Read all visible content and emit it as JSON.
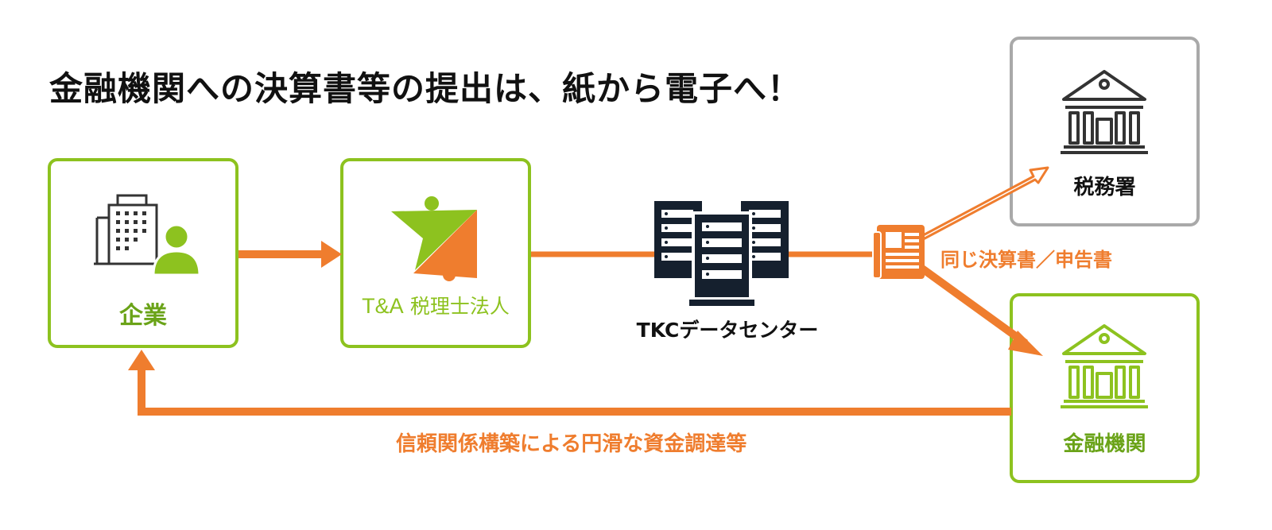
{
  "title": "金融機関への決算書等の提出は、紙から電子へ！",
  "nodes": {
    "company": "企業",
    "tax_firm": {
      "logo_text": "T&A",
      "name": "税理士法人"
    },
    "datacenter": "TKCデータセンター",
    "tax_office": "税務署",
    "bank": "金融機関"
  },
  "annotations": {
    "same_statements": "同じ決算書／申告書",
    "bottom_flow": "信頼関係構築による円滑な資金調達等"
  },
  "colors": {
    "green": "#8dc21f",
    "green_text": "#6aa318",
    "orange": "#ef7d2e",
    "gray": "#a9a9a9",
    "dark": "#111111",
    "navy": "#15202e"
  },
  "icons": [
    "building-icon",
    "person-icon",
    "tax-firm-logo-icon",
    "server-icon",
    "document-icon",
    "bank-icon"
  ]
}
